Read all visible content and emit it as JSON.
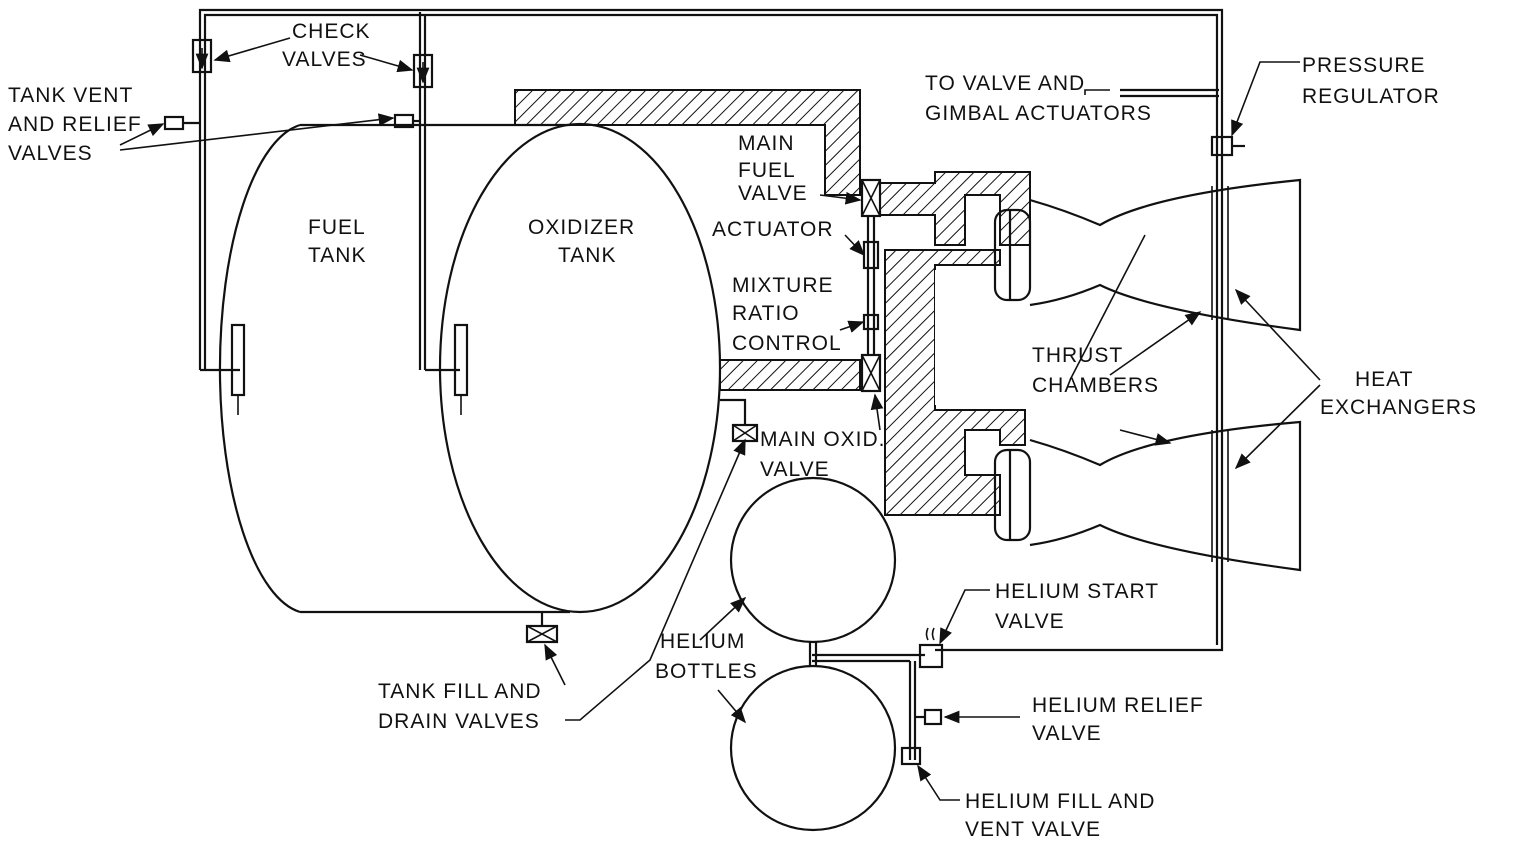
{
  "labels": {
    "check_valves": [
      "CHECK",
      "VALVES"
    ],
    "tank_vent": [
      "TANK VENT",
      "AND RELIEF",
      "VALVES"
    ],
    "fuel_tank": [
      "FUEL",
      "TANK"
    ],
    "oxidizer_tank": [
      "OXIDIZER",
      "TANK"
    ],
    "main_fuel_valve": [
      "MAIN",
      "FUEL",
      "VALVE"
    ],
    "actuator": "ACTUATOR",
    "mixture_ratio": [
      "MIXTURE",
      "RATIO",
      "CONTROL"
    ],
    "main_oxid_valve": [
      "MAIN OXID.",
      "VALVE"
    ],
    "to_valve": [
      "TO VALVE AND",
      "GIMBAL ACTUATORS"
    ],
    "pressure_regulator": [
      "PRESSURE",
      "REGULATOR"
    ],
    "thrust_chambers": [
      "THRUST",
      "CHAMBERS"
    ],
    "heat_exchangers": [
      "HEAT",
      "EXCHANGERS"
    ],
    "helium_start": [
      "HELIUM START",
      "VALVE"
    ],
    "helium_bottles": [
      "HELIUM",
      "BOTTLES"
    ],
    "helium_relief": [
      "HELIUM RELIEF",
      "VALVE"
    ],
    "helium_fill": [
      "HELIUM FILL AND",
      "VENT VALVE"
    ],
    "tank_fill": [
      "TANK FILL AND",
      "DRAIN VALVES"
    ]
  }
}
